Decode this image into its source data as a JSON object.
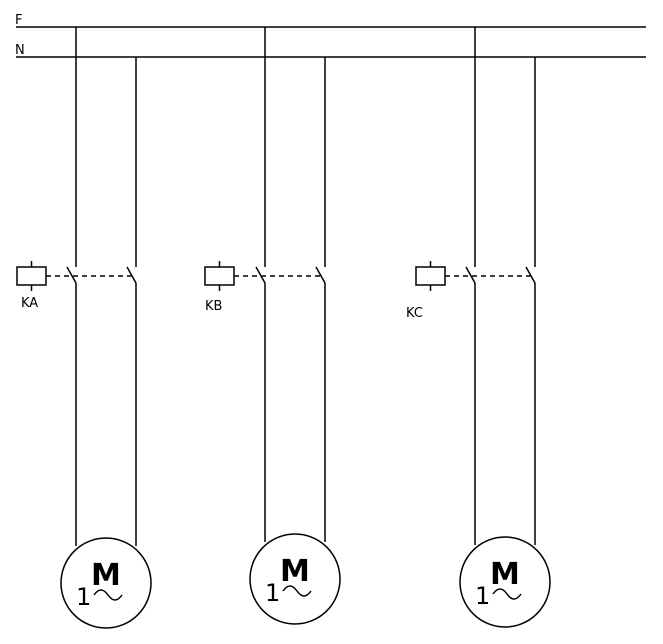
{
  "buses": {
    "phase": "F",
    "neutral": "N"
  },
  "branches": [
    {
      "coil": "KA",
      "motor": {
        "symbol": "M",
        "phases": "1",
        "ac": "~"
      }
    },
    {
      "coil": "KB",
      "motor": {
        "symbol": "M",
        "phases": "1",
        "ac": "~"
      }
    },
    {
      "coil": "KC",
      "motor": {
        "symbol": "M",
        "phases": "1",
        "ac": "~"
      }
    }
  ]
}
